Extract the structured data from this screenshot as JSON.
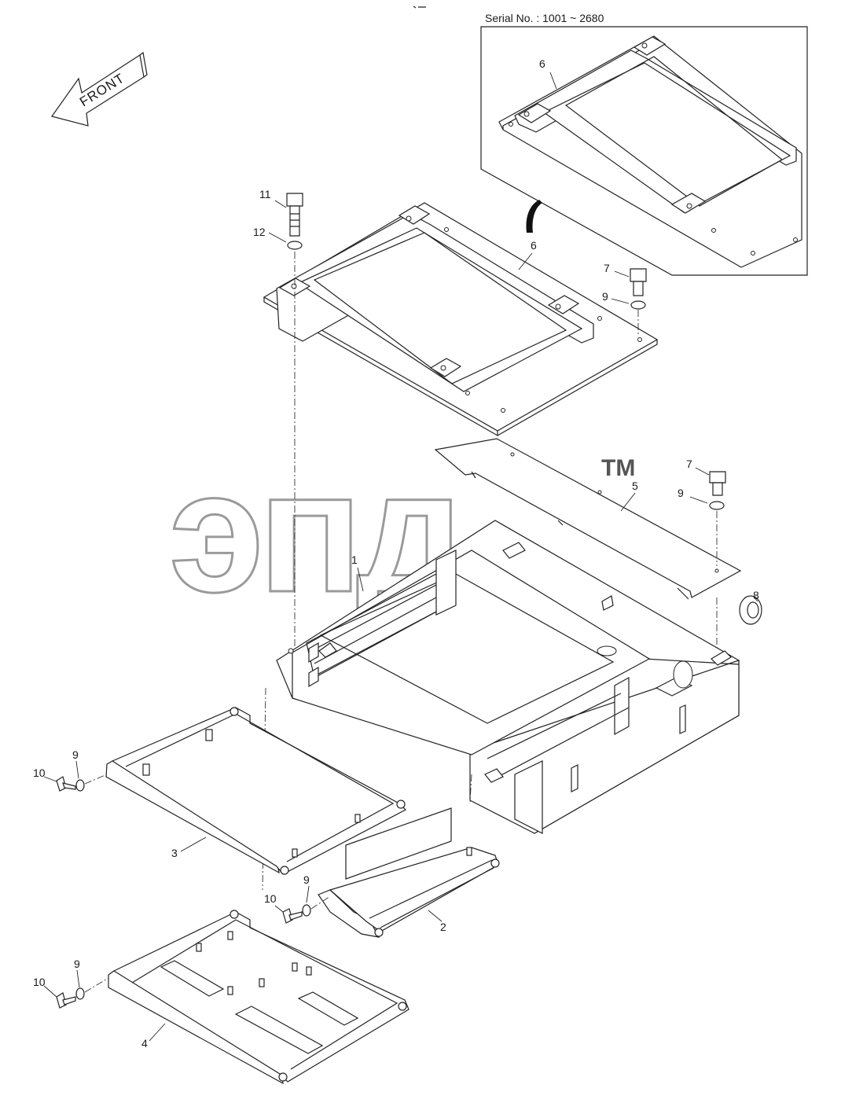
{
  "serial": {
    "text": "Serial No. : 1001 ~ 2680"
  },
  "front_arrow": {
    "text": "FRONT"
  },
  "watermark": {
    "text": "эпд",
    "tm": "TM"
  },
  "callouts": [
    {
      "id": "c11",
      "text": "11"
    },
    {
      "id": "c12",
      "text": "12"
    },
    {
      "id": "c6",
      "text": "6"
    },
    {
      "id": "c7a",
      "text": "7"
    },
    {
      "id": "c9a",
      "text": "9"
    },
    {
      "id": "c7b",
      "text": "7"
    },
    {
      "id": "c5",
      "text": "5"
    },
    {
      "id": "c9b",
      "text": "9"
    },
    {
      "id": "c1",
      "text": "1"
    },
    {
      "id": "c8",
      "text": "8"
    },
    {
      "id": "c10a",
      "text": "10"
    },
    {
      "id": "c9c",
      "text": "9"
    },
    {
      "id": "c3",
      "text": "3"
    },
    {
      "id": "c9d",
      "text": "9"
    },
    {
      "id": "c10b",
      "text": "10"
    },
    {
      "id": "c2",
      "text": "2"
    },
    {
      "id": "c9e",
      "text": "9"
    },
    {
      "id": "c10c",
      "text": "10"
    },
    {
      "id": "c4",
      "text": "4"
    },
    {
      "id": "c6inset",
      "text": "6"
    }
  ]
}
